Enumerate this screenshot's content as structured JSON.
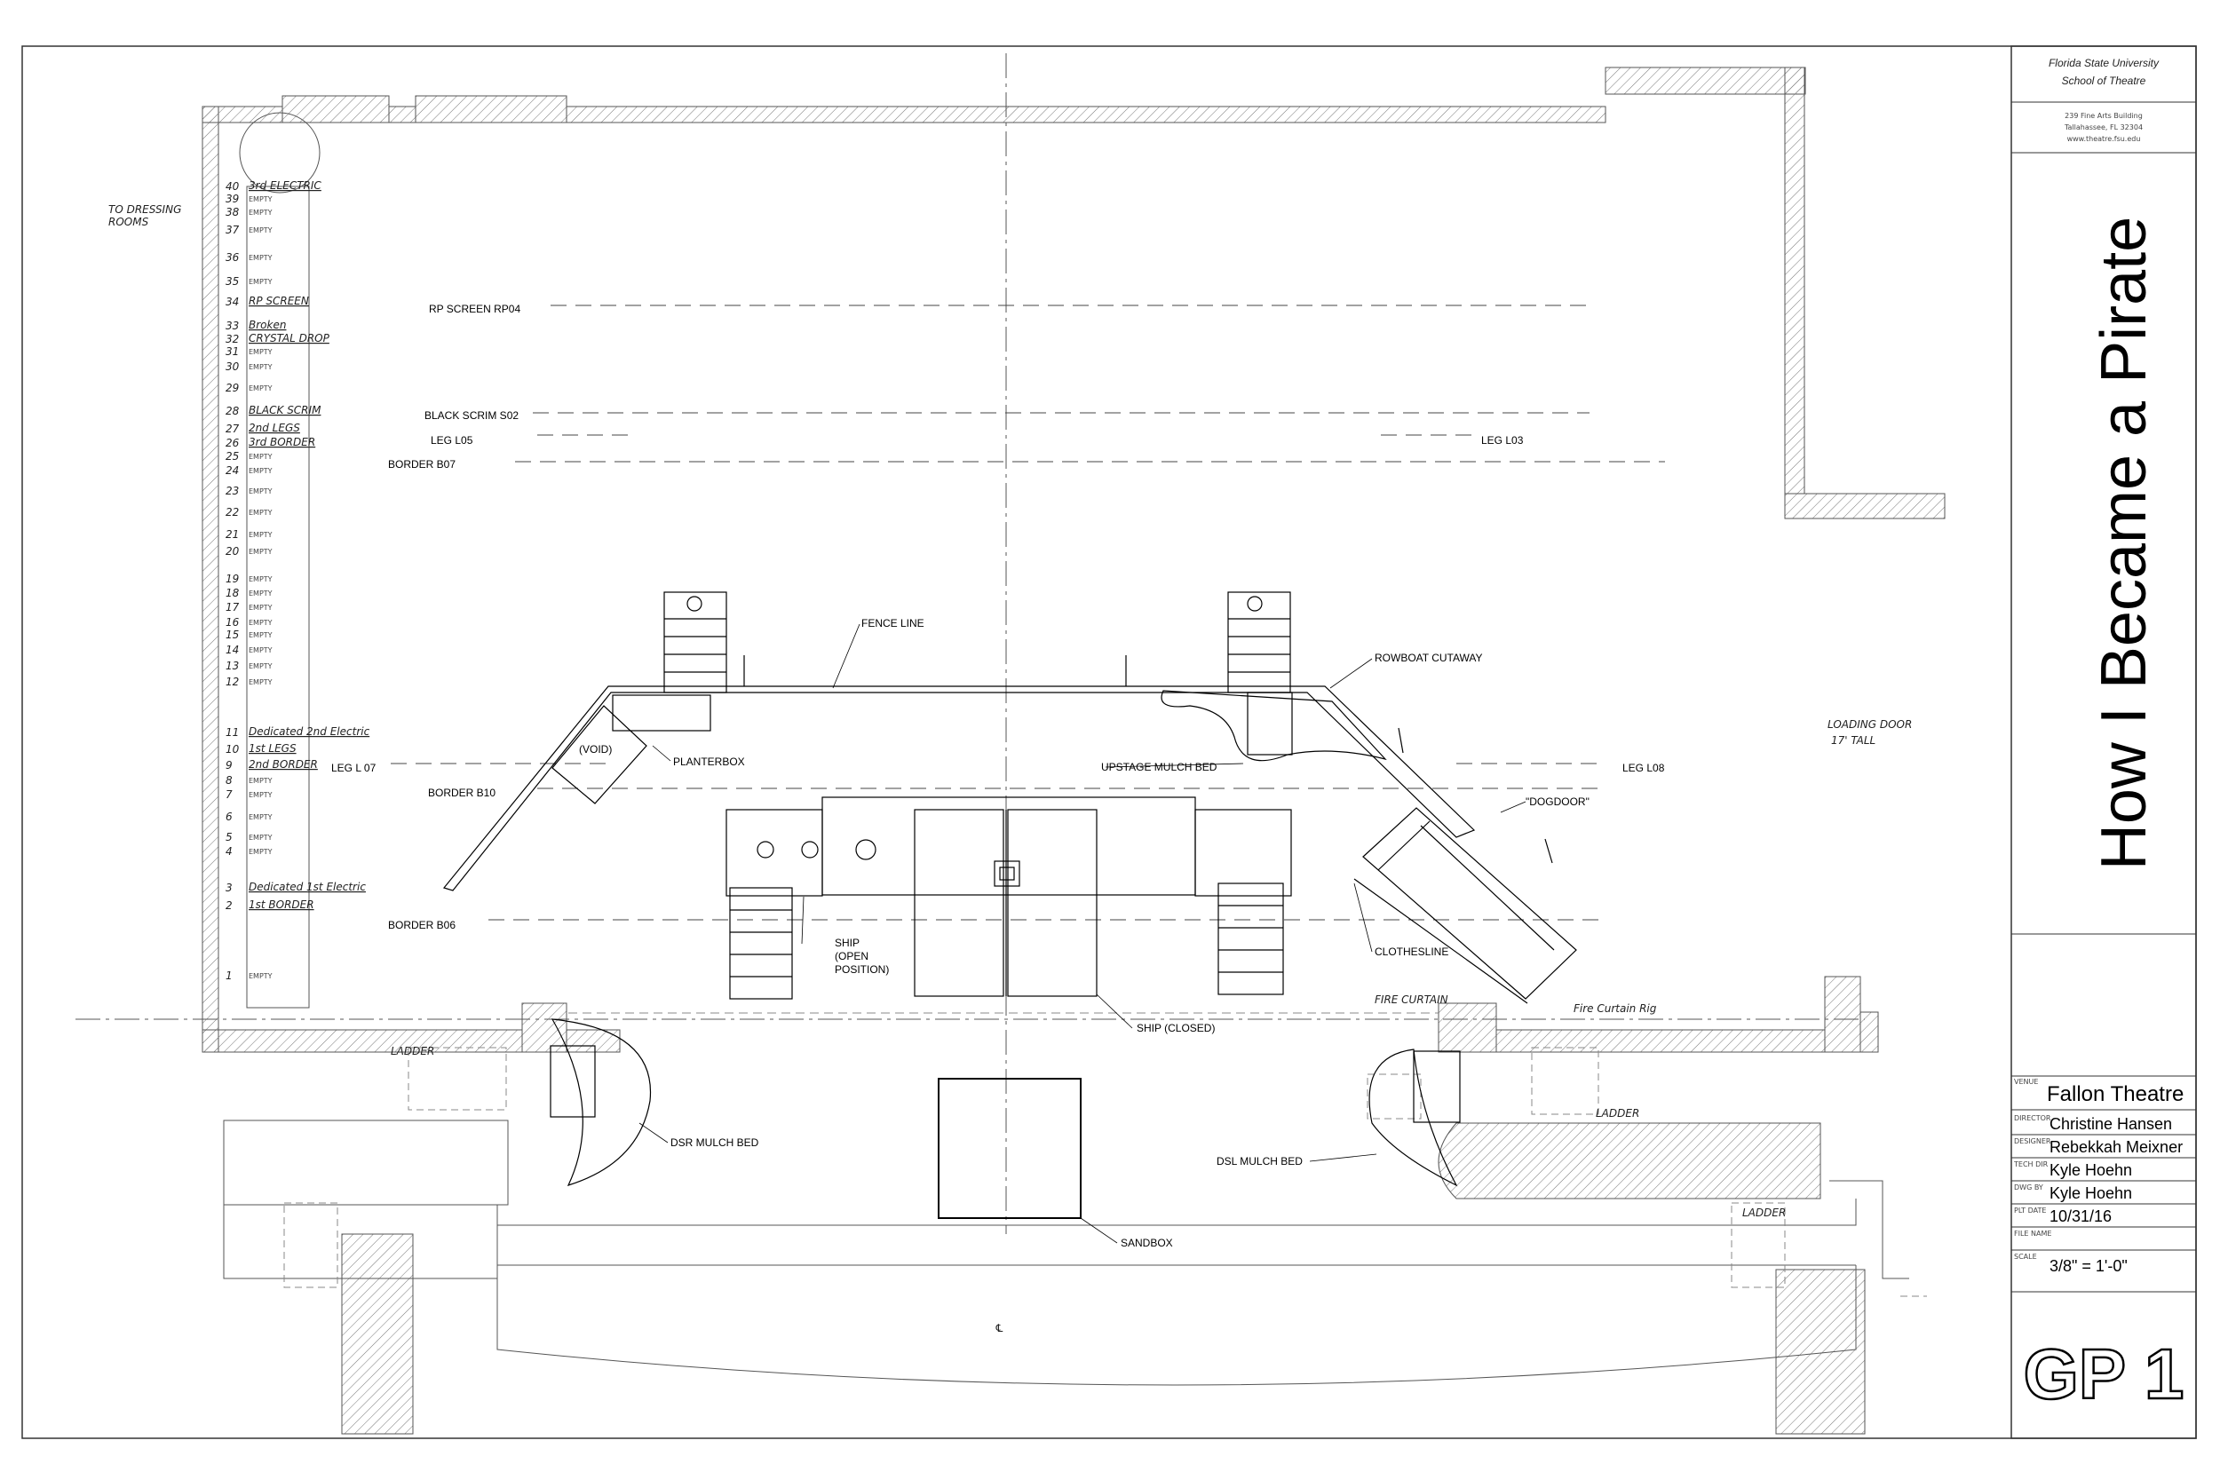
{
  "title_block": {
    "school_line1": "Florida State University",
    "school_line2": "School of Theatre",
    "address1": "239 Fine Arts Building",
    "address2": "Tallahassee, FL 32304",
    "address3": "www.theatre.fsu.edu",
    "show_title": "How I Became a Pirate",
    "venue_label": "VENUE",
    "venue": "Fallon Theatre",
    "director_label": "DIRECTOR",
    "director": "Christine Hansen",
    "designer_label": "DESIGNER",
    "designer": "Rebekkah Meixner",
    "techdir_label": "TECH DIR",
    "tech_dir": "Kyle Hoehn",
    "dwg_label": "DWG BY",
    "drawn_by": "Kyle Hoehn",
    "plt_label": "PLT DATE",
    "plot_date": "10/31/16",
    "file_label": "FILE NAME",
    "scale_label": "SCALE",
    "scale": "3/8\" = 1'-0\"",
    "sheet": "GP 1"
  },
  "lineset": {
    "numbers": [
      "40",
      "39",
      "38",
      "37",
      "36",
      "35",
      "34",
      "33",
      "32",
      "31",
      "30",
      "29",
      "28",
      "27",
      "26",
      "25",
      "24",
      "23",
      "22",
      "21",
      "20",
      "19",
      "18",
      "17",
      "16",
      "15",
      "14",
      "13",
      "12",
      "11",
      "10",
      "9",
      "8",
      "7",
      "6",
      "5",
      "4",
      "3",
      "2",
      "1"
    ],
    "assignments": {
      "n40": "3rd ELECTRIC",
      "n34": "RP SCREEN",
      "n33": "Broken",
      "n32": "CRYSTAL DROP",
      "n28": "BLACK SCRIM",
      "n27": "2nd LEGS",
      "n26": "3rd BORDER",
      "n11": "Dedicated 2nd Electric",
      "n10": "1st LEGS",
      "n9": "2nd BORDER",
      "n3": "Dedicated 1st Electric",
      "n2": "1st BORDER"
    },
    "empty_label": "EMPTY"
  },
  "hanging": {
    "rp_screen": "RP SCREEN   RP04",
    "black_scrim": "BLACK SCRIM   S02",
    "leg_l05": "LEG   L05",
    "leg_l03": "LEG   L03",
    "border_b07": "BORDER   B07",
    "leg_l07": "LEG   L 07",
    "leg_l08": "LEG   L08",
    "border_b10": "BORDER   B10",
    "border_b06": "BORDER   B06"
  },
  "callouts": {
    "fence_line": "FENCE LINE",
    "rowboat": "ROWBOAT CUTAWAY",
    "planterbox": "PLANTERBOX",
    "void": "(VOID)",
    "upstage_mulch": "UPSTAGE MULCH BED",
    "dogdoor": "\"DOGDOOR\"",
    "clothesline": "CLOTHESLINE",
    "ship_open1": "SHIP",
    "ship_open2": "(OPEN",
    "ship_open3": "POSITION)",
    "ship_closed": "SHIP (CLOSED)",
    "dsr_mulch": "DSR MULCH BED",
    "dsl_mulch": "DSL MULCH BED",
    "sandbox": "SANDBOX"
  },
  "handwritten": {
    "dressing1": "TO DRESSING",
    "dressing2": "ROOMS",
    "loading1": "LOADING DOOR",
    "loading2": "17' TALL",
    "fire_curtain": "FIRE CURTAIN",
    "fire_curtain_rig": "Fire Curtain Rig",
    "ladder": "LADDER",
    "centerline": "℄"
  }
}
